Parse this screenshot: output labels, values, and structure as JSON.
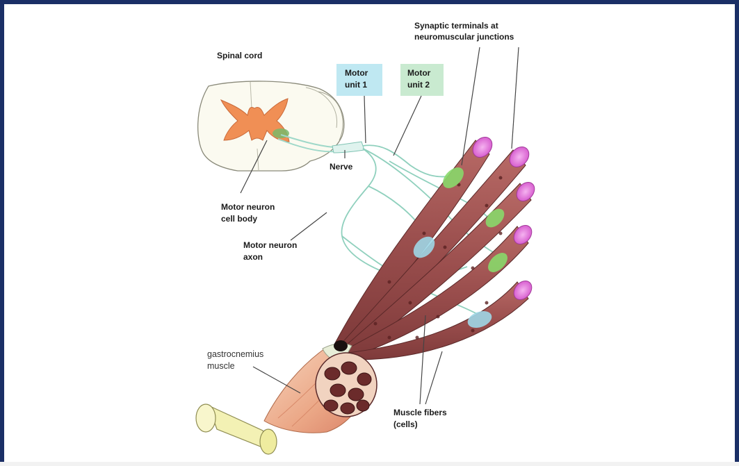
{
  "labels": {
    "spinal_cord": "Spinal cord",
    "synaptic_line1": "Synaptic terminals at",
    "synaptic_line2": "neuromuscular junctions",
    "motor_unit1_line1": "Motor",
    "motor_unit1_line2": "unit 1",
    "motor_unit2_line1": "Motor",
    "motor_unit2_line2": "unit 2",
    "nerve": "Nerve",
    "cell_body_line1": "Motor neuron",
    "cell_body_line2": "cell body",
    "axon_line1": "Motor neuron",
    "axon_line2": "axon",
    "gastroc_line1": "gastrocnemius",
    "gastroc_line2": "muscle",
    "fibers_line1": "Muscle fibers",
    "fibers_line2": "(cells)"
  },
  "colors": {
    "frame_border": "#1b2f66",
    "motor_unit1": "#bfe8f2",
    "motor_unit2": "#c9ead0",
    "grey_matter": "#f08f55",
    "muscle_fiber": "#9e5150",
    "fiber_end": "#e87ae0",
    "junction_green": "#88d86a",
    "junction_blue": "#9fd6e6",
    "nerve_line": "#9fd8c9",
    "bone": "#f3f1b4"
  }
}
